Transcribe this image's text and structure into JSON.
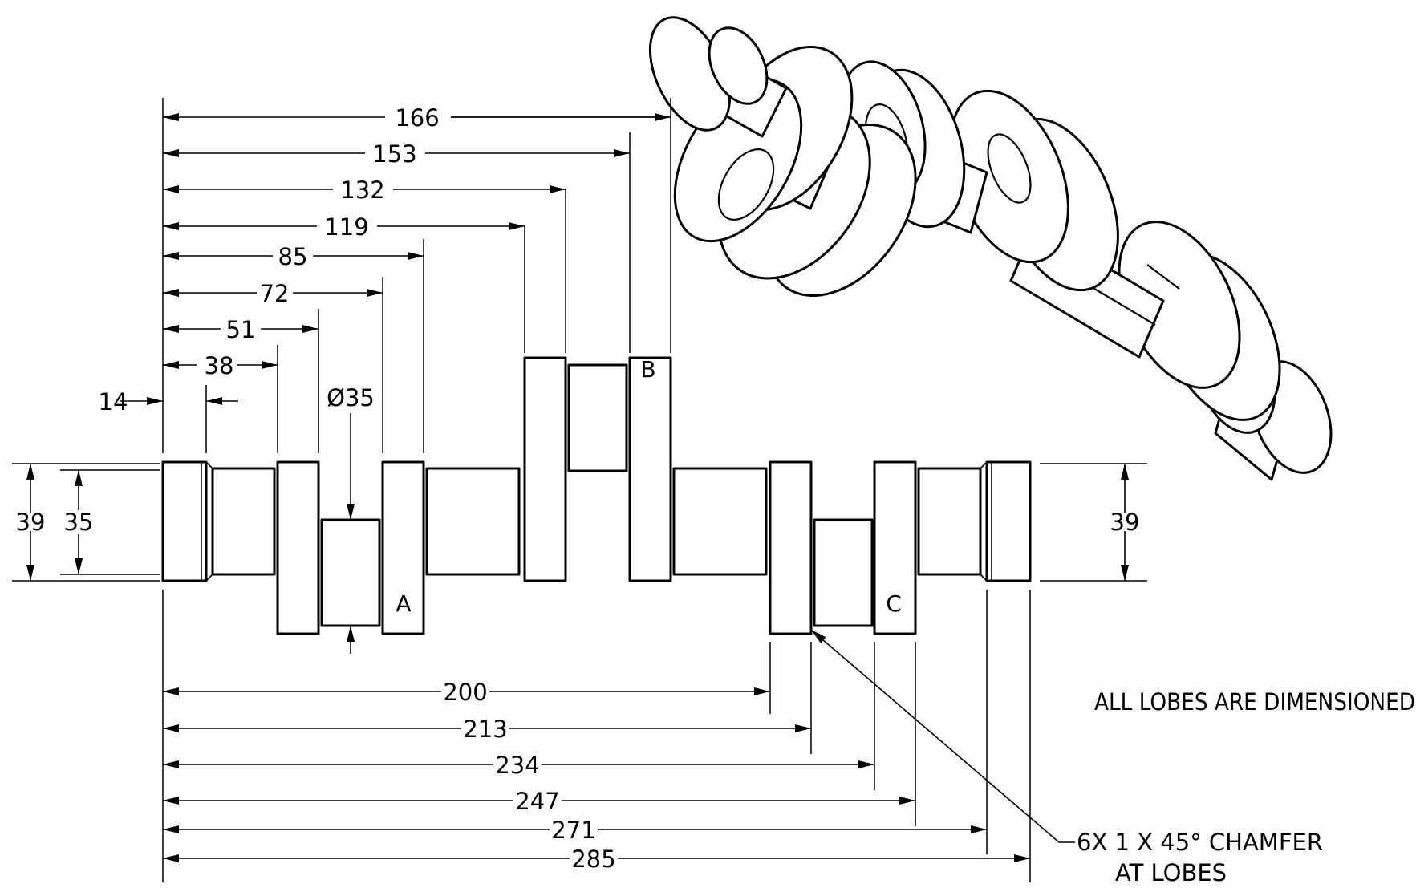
{
  "dimensions_top": [
    "166",
    "153",
    "132",
    "119",
    "85",
    "72",
    "51",
    "38"
  ],
  "dimension_left_offset": "14",
  "diameter_callout": "Ø35",
  "dimensions_bottom": [
    "200",
    "213",
    "234",
    "247",
    "271",
    "285"
  ],
  "height_dims": {
    "left_outer": "39",
    "left_inner": "35",
    "right": "39"
  },
  "lobe_labels": {
    "a": "A",
    "b": "B",
    "c": "C"
  },
  "notes": {
    "lobes": "ALL LOBES ARE DIMENSIONED",
    "chamfer_line1": "6X 1 X 45° CHAMFER",
    "chamfer_line2": "AT LOBES"
  },
  "colors": {
    "line": "#000000",
    "background": "#ffffff"
  }
}
